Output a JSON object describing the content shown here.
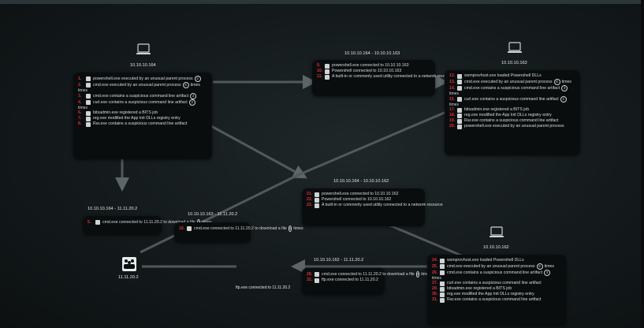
{
  "hosts": {
    "h164": {
      "label": "10.10.10.164",
      "icon": "laptop-icon"
    },
    "h163": {
      "label": "10.10.10.163",
      "icon": "laptop-icon"
    },
    "h162": {
      "label": "10.10.10.162",
      "icon": "laptop-icon"
    },
    "ext": {
      "label": "11.11.20.2",
      "icon": "users-icon"
    }
  },
  "edge_labels": {
    "e164_163": "10.10.10.164 - 10.10.10.163",
    "e164_162": "10.10.10.164 - 10.10.10.162",
    "e164_ext": "10.10.10.164 - 11.11.20.2",
    "e163_ext": "10.10.10.163 - 11.11.20.2",
    "e162_ext": "10.10.10.162 - 11.11.20.2",
    "ftp": "ftp.exe connected to 11.11.20.2"
  },
  "cards": {
    "c164": [
      {
        "n": "1.",
        "t": "powershell.exe executed by an unusual parent process",
        "c": "2"
      },
      {
        "n": "2.",
        "t": "cmd.exe executed by an unusual parent process",
        "c": "6",
        "after": "times",
        "times": true
      },
      {
        "n": "3.",
        "t": "cmd.exe contains a suspicious command line artifact",
        "c": "2"
      },
      {
        "n": "4.",
        "t": "curl.exe contains a suspicious command line artifact",
        "c": "2",
        "times": true
      },
      {
        "n": "6.",
        "t": "bitsadmin.exe registered a BITS job"
      },
      {
        "n": "7.",
        "t": "reg.exe modified the App Init DLLs registry entry"
      },
      {
        "n": "8.",
        "t": "Rar.exe contains a suspicious command line artifact"
      }
    ],
    "c164_163": [
      {
        "n": "9.",
        "t": "powershell.exe connected to 10.10.10.163"
      },
      {
        "n": "10.",
        "t": "Powershell connected to 10.10.10.163"
      },
      {
        "n": "11.",
        "t": "A built-in or commonly used utility connected to a network resource"
      }
    ],
    "c163": [
      {
        "n": "12.",
        "t": "wsmprovhost.exe loaded Powershell DLLs"
      },
      {
        "n": "13.",
        "t": "cmd.exe executed by an unusual parent process",
        "c": "6",
        "after": "times"
      },
      {
        "n": "14.",
        "t": "cmd.exe contains a suspicious command line artifact",
        "c": "3",
        "times": true
      },
      {
        "n": "15.",
        "t": "curl.exe contains a suspicious command line artifact",
        "c": "2",
        "times": true
      },
      {
        "n": "17.",
        "t": "bitsadmin.exe registered a BITS job"
      },
      {
        "n": "18.",
        "t": "reg.exe modified the App Init DLLs registry entry"
      },
      {
        "n": "19.",
        "t": "Rar.exe contains a suspicious command line artifact"
      },
      {
        "n": "20.",
        "t": "powershell.exe executed by an unusual parent process"
      }
    ],
    "c164_162": [
      {
        "n": "21.",
        "t": "powershell.exe connected to 10.10.10.162"
      },
      {
        "n": "22.",
        "t": "Powershell connected to 10.10.10.162"
      },
      {
        "n": "23.",
        "t": "A built-in or commonly used utility connected to a network resource"
      }
    ],
    "c164_ext": [
      {
        "n": "5.",
        "t": "cmd.exe connected to 11.11.20.2 to download a file",
        "c": "2",
        "after": "times"
      }
    ],
    "c163_ext": [
      {
        "n": "16.",
        "t": "cmd.exe connected to 11.11.20.2 to download a file",
        "c": "2",
        "after": "times"
      }
    ],
    "c162_ext": [
      {
        "n": "28.",
        "t": "cmd.exe connected to 11.11.20.2 to download a file",
        "c": "2",
        "after": "times"
      },
      {
        "n": "32.",
        "t": "ftp.exe connected to 11.11.20.2"
      }
    ],
    "c162": [
      {
        "n": "24.",
        "t": "wsmprovhost.exe loaded Powershell DLLs"
      },
      {
        "n": "25.",
        "t": "cmd.exe executed by an unusual parent process",
        "c": "6",
        "after": "times"
      },
      {
        "n": "26.",
        "t": "cmd.exe contains a suspicious command line artifact",
        "c": "3",
        "times": true
      },
      {
        "n": "27.",
        "t": "curl.exe contains a suspicious command line artifact"
      },
      {
        "n": "29.",
        "t": "bitsadmin.exe registered a BITS job"
      },
      {
        "n": "30.",
        "t": "reg.exe modified the App Init DLLs registry entry"
      },
      {
        "n": "31.",
        "t": "Rar.exe contains a suspicious command line artifact"
      }
    ]
  },
  "times_word": "times",
  "colors": {
    "accent_num": "#e0303a",
    "edge": "#6b7274",
    "card_bg": "#0a0d0e"
  }
}
